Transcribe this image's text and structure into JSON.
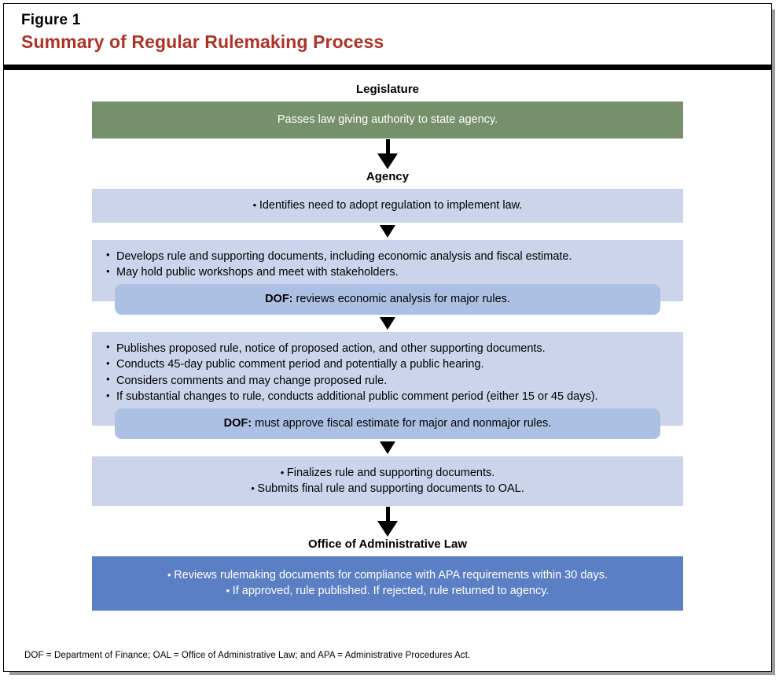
{
  "figure": {
    "number": "Figure 1",
    "title": "Summary of Regular Rulemaking Process",
    "title_color": "#b03126"
  },
  "colors": {
    "legislature_band": "#76906b",
    "agency_band": "#ccd4ec",
    "dof_pill": "#abc0e3",
    "oal_band": "#5b7fc4",
    "rule_black": "#000000"
  },
  "stages": [
    {
      "label": "Legislature",
      "band_style": "green",
      "lines": [
        "Passes law giving authority to state agency."
      ]
    },
    {
      "label": "Agency",
      "band_style": "lightblue",
      "lines": [
        "Identifies need to adopt regulation to implement law."
      ]
    },
    {
      "label": "",
      "band_style": "lightblue",
      "lines": [
        "Develops rule and supporting documents, including economic analysis and fiscal estimate.",
        "May hold public workshops and meet with stakeholders."
      ],
      "pill": {
        "name": "DOF:",
        "text": " reviews economic analysis for major rules."
      }
    },
    {
      "label": "",
      "band_style": "lightblue",
      "lines": [
        "Publishes proposed rule, notice of proposed action, and other supporting documents.",
        "Conducts 45-day public comment period and potentially a public hearing.",
        "Considers comments and may change proposed rule.",
        "If substantial changes to rule, conducts additional public comment period (either 15 or 45 days)."
      ],
      "pill": {
        "name": "DOF:",
        "text": " must approve fiscal estimate for major and nonmajor rules."
      }
    },
    {
      "label": "",
      "band_style": "lightblue",
      "lines": [
        "Finalizes rule and supporting documents.",
        "Submits final rule and supporting documents to OAL."
      ]
    },
    {
      "label": "Office of Administrative Law",
      "band_style": "darkblue",
      "lines": [
        "Reviews rulemaking documents for compliance with APA requirements within 30 days.",
        "If approved, rule published. If rejected, rule returned to agency."
      ]
    }
  ],
  "footnote": "DOF = Department of Finance; OAL = Office of Administrative Law; and APA = Administrative Procedures Act."
}
